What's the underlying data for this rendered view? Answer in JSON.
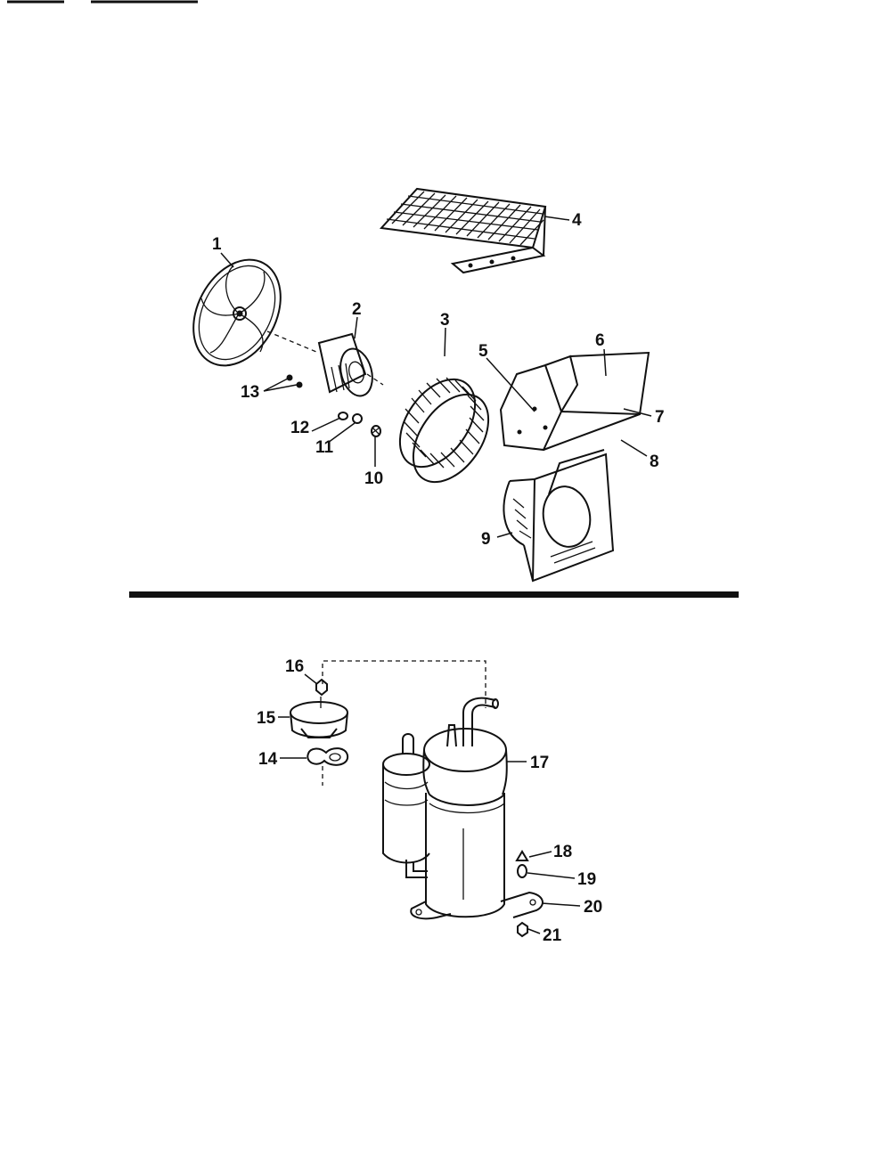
{
  "callouts": {
    "p1": "1",
    "p2": "2",
    "p3": "3",
    "p4": "4",
    "p5": "5",
    "p6": "6",
    "p7": "7",
    "p8": "8",
    "p9": "9",
    "p10": "10",
    "p11": "11",
    "p12": "12",
    "p13": "13",
    "p14": "14",
    "p15": "15",
    "p16": "16",
    "p17": "17",
    "p18": "18",
    "p19": "19",
    "p20": "20",
    "p21": "21"
  },
  "colors": {
    "ink": "#111111",
    "paper": "#ffffff"
  }
}
